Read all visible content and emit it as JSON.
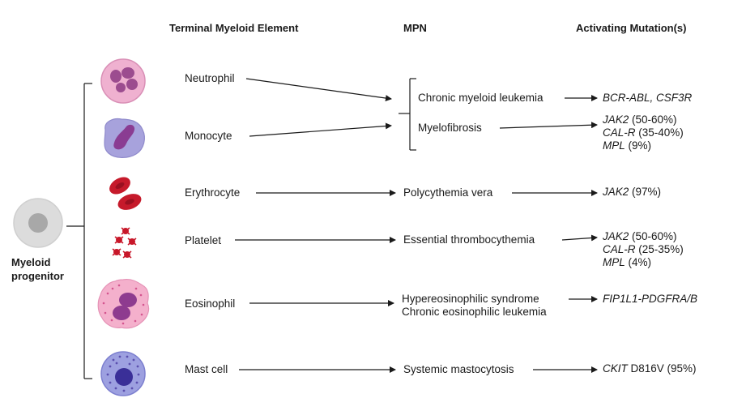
{
  "headers": {
    "terminal": "Terminal Myeloid Element",
    "mpn": "MPN",
    "mutations": "Activating Mutation(s)"
  },
  "progenitor": {
    "line1": "Myeloid",
    "line2": "progenitor"
  },
  "cells": [
    {
      "label": "Neutrophil",
      "icon": "neutrophil-icon",
      "color": "#e9a6c8"
    },
    {
      "label": "Monocyte",
      "icon": "monocyte-icon",
      "color": "#a8a3dc"
    },
    {
      "label": "Erythrocyte",
      "icon": "erythrocyte-icon",
      "color": "#c8182a"
    },
    {
      "label": "Platelet",
      "icon": "platelet-icon",
      "color": "#c8182a"
    },
    {
      "label": "Eosinophil",
      "icon": "eosinophil-icon",
      "color": "#f2a9c9"
    },
    {
      "label": "Mast cell",
      "icon": "mast-cell-icon",
      "color": "#8c8fd9"
    }
  ],
  "mpn": {
    "cml": "Chronic myeloid leukemia",
    "mf": "Myelofibrosis",
    "pv": "Polycythemia vera",
    "et": "Essential thrombocythemia",
    "hes": "Hypereosinophilic syndrome",
    "cel": "Chronic eosinophilic leukemia",
    "sm": "Systemic mastocytosis"
  },
  "mutations": {
    "cml": {
      "gene": "BCR-ABL, CSF3R",
      "pct": ""
    },
    "mf": [
      {
        "gene": "JAK2",
        "pct": " (50-60%)"
      },
      {
        "gene": "CAL-R",
        "pct": " (35-40%)"
      },
      {
        "gene": "MPL",
        "pct": " (9%)"
      }
    ],
    "pv": {
      "gene": "JAK2",
      "pct": " (97%)"
    },
    "et": [
      {
        "gene": "JAK2",
        "pct": " (50-60%)"
      },
      {
        "gene": "CAL-R",
        "pct": " (25-35%)"
      },
      {
        "gene": "MPL",
        "pct": " (4%)"
      }
    ],
    "hes": {
      "gene": "FIP1L1-PDGFRA/B",
      "pct": ""
    },
    "sm": {
      "gene": "CKIT",
      "pct": " D816V (95%)"
    }
  },
  "colors": {
    "line": "#1a1a1a",
    "progenitor": "#d9d9d9",
    "progenitor_nucleus": "#a9a9a9"
  }
}
